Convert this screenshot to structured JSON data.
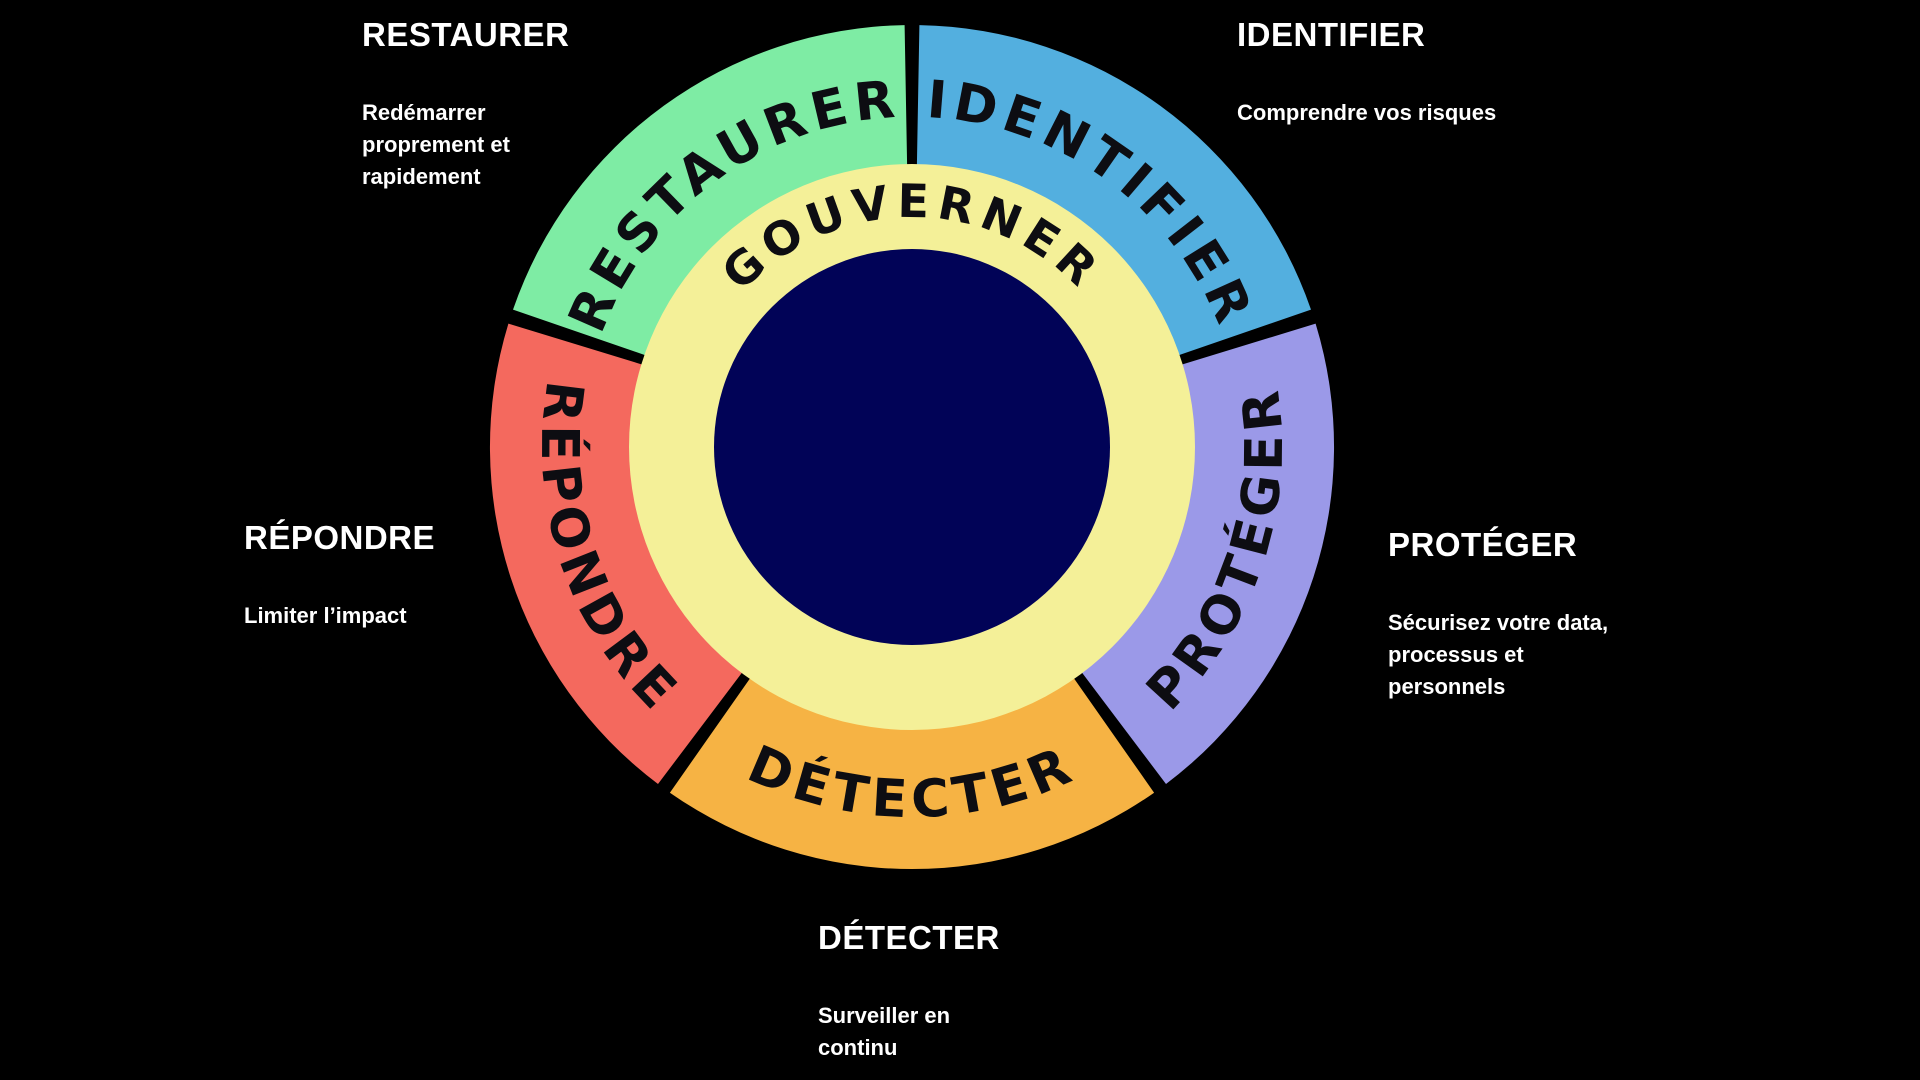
{
  "colors": {
    "background": "#000000",
    "heading-text": "#ffffff",
    "wheel-label": "#0d0d12"
  },
  "wheel": {
    "center_label": "GOUVERNER",
    "center_color": "#010357",
    "ring_color": "#f4f098",
    "segments": [
      {
        "id": "identifier",
        "label": "IDENTIFIER",
        "color": "#53afdf"
      },
      {
        "id": "proteger",
        "label": "PROTÉGER",
        "color": "#9b99e8"
      },
      {
        "id": "detecter",
        "label": "DÉTECTER",
        "color": "#f6b344"
      },
      {
        "id": "repondre",
        "label": "RÉPONDRE",
        "color": "#f4695e"
      },
      {
        "id": "restaurer",
        "label": "RESTAURER",
        "color": "#7eeca4"
      }
    ]
  },
  "annotations": [
    {
      "id": "restaurer",
      "title": "RESTAURER",
      "description": "Redémarrer\nproprement et\nrapidement"
    },
    {
      "id": "identifier",
      "title": "IDENTIFIER",
      "description": "Comprendre vos risques"
    },
    {
      "id": "proteger",
      "title": "PROTÉGER",
      "description": "Sécurisez votre data,\nprocessus et\npersonnels"
    },
    {
      "id": "repondre",
      "title": "RÉPONDRE",
      "description": "Limiter l’impact"
    },
    {
      "id": "detecter",
      "title": "DÉTECTER",
      "description": "Surveiller en\ncontinu"
    }
  ]
}
